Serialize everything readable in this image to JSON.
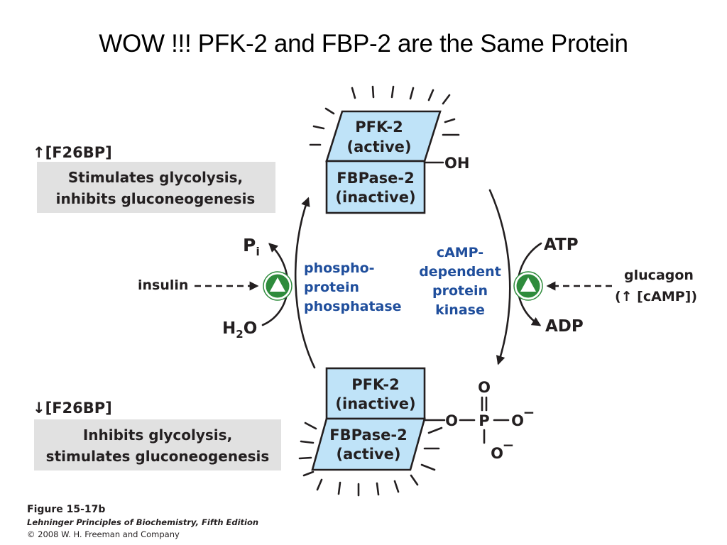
{
  "slide": {
    "title": "WOW !!!  PFK-2 and FBP-2 are the Same Protein"
  },
  "top_state": {
    "left_label": "↑[F26BP]",
    "effect_line1": "Stimulates glycolysis,",
    "effect_line2": "inhibits gluconeogenesis",
    "pfk2_line1": "PFK-2",
    "pfk2_line2": "(active)",
    "fbpase2_line1": "FBPase-2",
    "fbpase2_line2": "(inactive)",
    "group": "OH"
  },
  "bottom_state": {
    "left_label": "↓[F26BP]",
    "effect_line1": "Inhibits glycolysis,",
    "effect_line2": "stimulates gluconeogenesis",
    "pfk2_line1": "PFK-2",
    "pfk2_line2": "(inactive)",
    "fbpase2_line1": "FBPase-2",
    "fbpase2_line2": "(active)",
    "phosphate": {
      "o_top": "O",
      "o_left": "O",
      "p": "P",
      "o_right": "O",
      "o_bottom": "O",
      "minus": "−"
    }
  },
  "left_reaction": {
    "product_main": "P",
    "product_sub": "i",
    "reactant_main": "H",
    "reactant_sub": "2",
    "reactant_tail": "O",
    "effector": "insulin",
    "enzyme_line1": "phospho-",
    "enzyme_line2": "protein",
    "enzyme_line3": "phosphatase"
  },
  "right_reaction": {
    "reactant": "ATP",
    "product": "ADP",
    "effector_line1": "glucagon",
    "effector_line2": "(↑ [cAMP])",
    "enzyme_line1": "cAMP-",
    "enzyme_line2": "dependent",
    "enzyme_line3": "protein",
    "enzyme_line4": "kinase"
  },
  "colors": {
    "box_fill": "#bfe3f8",
    "effect_box_fill": "#e1e1e1",
    "enzyme_text": "#1f4e9c",
    "activation_icon": "#2e8b3c"
  },
  "caption": {
    "figure": "Figure 15-17b",
    "book": "Lehninger Principles of Biochemistry, Fifth Edition",
    "copyright": "© 2008 W. H. Freeman and Company"
  }
}
